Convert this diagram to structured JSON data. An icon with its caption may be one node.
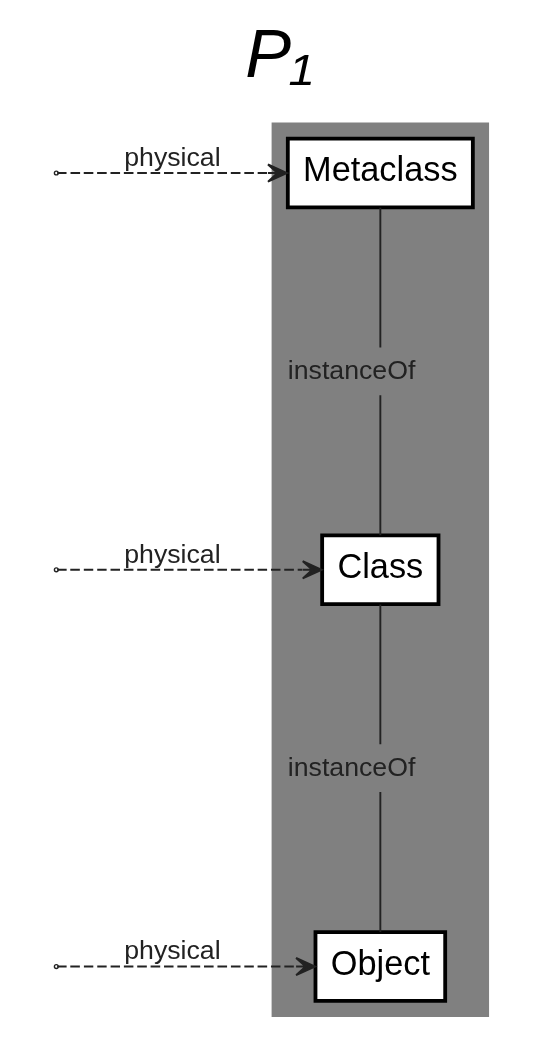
{
  "diagram": {
    "title": "P₁",
    "nodes": [
      {
        "text": [],
        "shape": "box"
      },
      {
        "text": [
          "Metaclass"
        ],
        "in": 0
      },
      {
        "text": [
          "Class"
        ],
        "in": 0
      },
      {
        "text": [
          "Object"
        ],
        "in": 0
      }
    ],
    "edges": [
      {
        "from": null,
        "to": 1,
        "arrow": "to",
        "label": "physical",
        "style": "dashed"
      },
      {
        "from": 1,
        "to": 2,
        "arrow": "none",
        "label": "instanceOf"
      },
      {
        "from": null,
        "to": 2,
        "arrow": "to",
        "label": "physical",
        "style": "dashed"
      },
      {
        "from": 2,
        "to": 3,
        "arrow": "none",
        "label": "instanceOf"
      },
      {
        "from": null,
        "to": 3,
        "arrow": "to",
        "label": "physical",
        "style": "dashed"
      }
    ]
  }
}
